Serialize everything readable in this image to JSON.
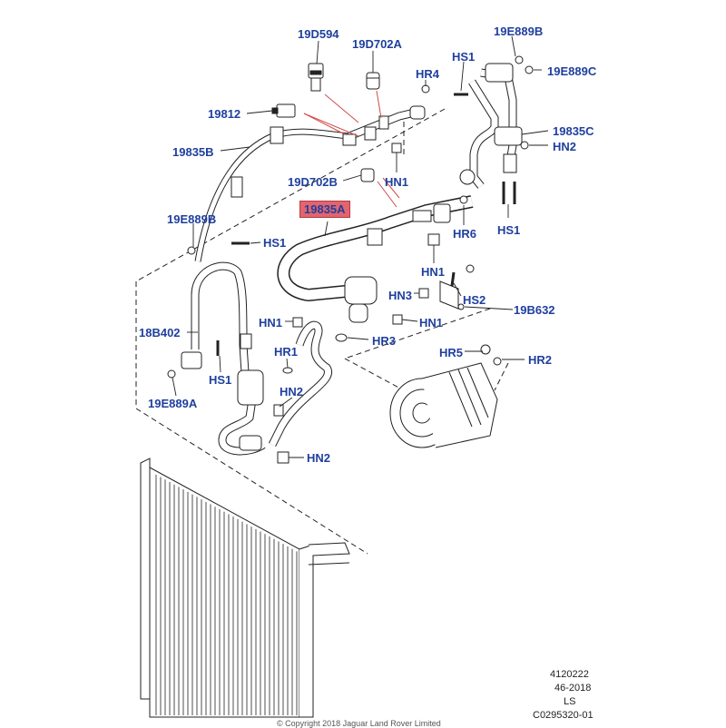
{
  "colors": {
    "label": "#1f3f9e",
    "highlight": "#e2646e",
    "leader": "#d14b4b",
    "line": "#222222"
  },
  "labels": {
    "l_19D594": "19D594",
    "l_19D702A": "19D702A",
    "l_HR4": "HR4",
    "l_HS1_top": "HS1",
    "l_19E889B": "19E889B",
    "l_19E889C": "19E889C",
    "l_19812": "19812",
    "l_19835C": "19835C",
    "l_HN2_top": "HN2",
    "l_19835B": "19835B",
    "l_19D702B": "19D702B",
    "l_HN1_a": "HN1",
    "l_19835A": "19835A",
    "l_HR6": "HR6",
    "l_HS1_right": "HS1",
    "l_19E889B_left": "19E889B",
    "l_HS1_left": "HS1",
    "l_HN1_b": "HN1",
    "l_HN3": "HN3",
    "l_HS2": "HS2",
    "l_19B632": "19B632",
    "l_HN1_c": "HN1",
    "l_HN1_d": "HN1",
    "l_18B402": "18B402",
    "l_HR1": "HR1",
    "l_HR3": "HR3",
    "l_HR5": "HR5",
    "l_HR2": "HR2",
    "l_HS1_low": "HS1",
    "l_HN2_mid": "HN2",
    "l_19E889A": "19E889A",
    "l_HN2_low": "HN2"
  },
  "footer": {
    "line1": "4120222",
    "line2": "46-2018",
    "line3": "LS",
    "line4": "C0295320-01"
  },
  "copyright": "© Copyright 2018 Jaguar Land Rover Limited"
}
